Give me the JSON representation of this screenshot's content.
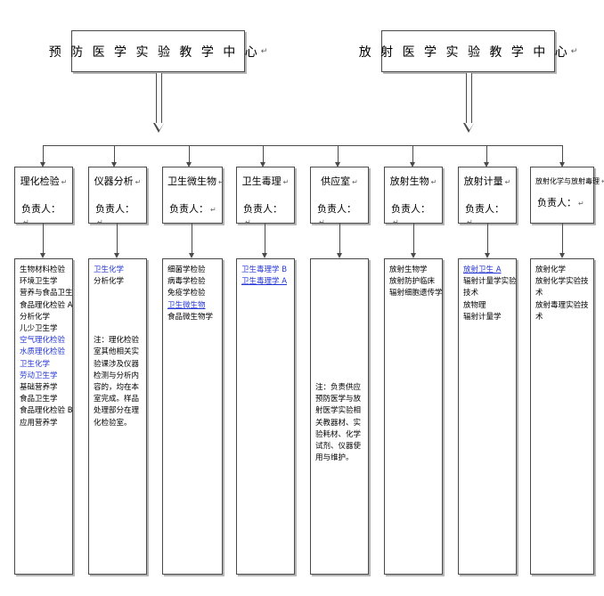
{
  "diagram": {
    "title_top_left": "预 防 医 学 实 验 教 学 中 心",
    "title_top_right": "放 射 医 学 实 验 教 学 中 心",
    "pilcrow": "↵",
    "owner_label": "负责人：",
    "departments": [
      {
        "name": "理化检验",
        "owner": "负责人："
      },
      {
        "name": "仪器分析",
        "owner": "负责人："
      },
      {
        "name": "卫生微生物",
        "owner": "负责人："
      },
      {
        "name": "卫生毒理",
        "owner": "负责人："
      },
      {
        "name": "供应室",
        "owner": "负责人："
      },
      {
        "name": "放射生物",
        "owner": "负责人："
      },
      {
        "name": "放射计量",
        "owner": "负责人："
      },
      {
        "name": "放射化学与放射毒理",
        "owner": "负责人："
      }
    ],
    "columns": [
      {
        "dept": "理化检验",
        "items": [
          {
            "text": "生物材料检验",
            "color": "black"
          },
          {
            "text": "环境卫生学",
            "color": "black"
          },
          {
            "text": "营养与食品卫生",
            "color": "black"
          },
          {
            "text": "食品理化检验 A",
            "color": "black"
          },
          {
            "text": "分析化学",
            "color": "black"
          },
          {
            "text": "儿少卫生学",
            "color": "black"
          },
          {
            "text": "空气理化检验",
            "color": "blue"
          },
          {
            "text": "水质理化检验",
            "color": "blue"
          },
          {
            "text": "卫生化学",
            "color": "blue"
          },
          {
            "text": "劳动卫生学",
            "color": "blue"
          },
          {
            "text": "基础营养学",
            "color": "black"
          },
          {
            "text": "食品卫生学",
            "color": "black"
          },
          {
            "text": "食品理化检验 B",
            "color": "black"
          },
          {
            "text": "应用营养学",
            "color": "black"
          }
        ],
        "note": ""
      },
      {
        "dept": "仪器分析",
        "items": [
          {
            "text": "卫生化学",
            "color": "blue"
          },
          {
            "text": "分析化学",
            "color": "black"
          }
        ],
        "note": "注：理化检验室其他相关实验课涉及仪器检测与分析内容的，均在本室完成。样品处理部分在理化检验室。"
      },
      {
        "dept": "卫生微生物",
        "items": [
          {
            "text": "细菌学检验",
            "color": "black"
          },
          {
            "text": "病毒学检验",
            "color": "black"
          },
          {
            "text": "免疫学检验",
            "color": "black"
          },
          {
            "text": "卫生微生物",
            "color": "blue"
          },
          {
            "text": "食品微生物学",
            "color": "black"
          }
        ],
        "note": ""
      },
      {
        "dept": "卫生毒理",
        "items": [
          {
            "text": "卫生毒理学 B",
            "color": "blue"
          },
          {
            "text": "卫生毒理学 A",
            "color": "blue"
          }
        ],
        "note": ""
      },
      {
        "dept": "供应室",
        "items": [],
        "note": "注：负责供应预防医学与放射医学实验相关教器材、实验耗材、化学试剂、仪器使用与维护。"
      },
      {
        "dept": "放射生物",
        "items": [
          {
            "text": "放射生物学",
            "color": "black"
          },
          {
            "text": "放射防护临床",
            "color": "black"
          },
          {
            "text": "辐射细胞遗传学",
            "color": "black"
          }
        ],
        "note": ""
      },
      {
        "dept": "放射计量",
        "items": [
          {
            "text": "放射卫生 A",
            "color": "blue-underline"
          },
          {
            "text": "辐射计量学实验",
            "color": "black"
          },
          {
            "text": "技术",
            "color": "black"
          },
          {
            "text": "放物理",
            "color": "black"
          },
          {
            "text": "辐射计量学",
            "color": "black"
          }
        ],
        "note": ""
      },
      {
        "dept": "放射化学与放射毒理",
        "items": [
          {
            "text": "放射化学",
            "color": "black"
          },
          {
            "text": "放射化学实验技",
            "color": "black"
          },
          {
            "text": "术",
            "color": "black"
          },
          {
            "text": "放射毒理实验技",
            "color": "black"
          },
          {
            "text": "术",
            "color": "black"
          }
        ],
        "note": ""
      }
    ]
  }
}
